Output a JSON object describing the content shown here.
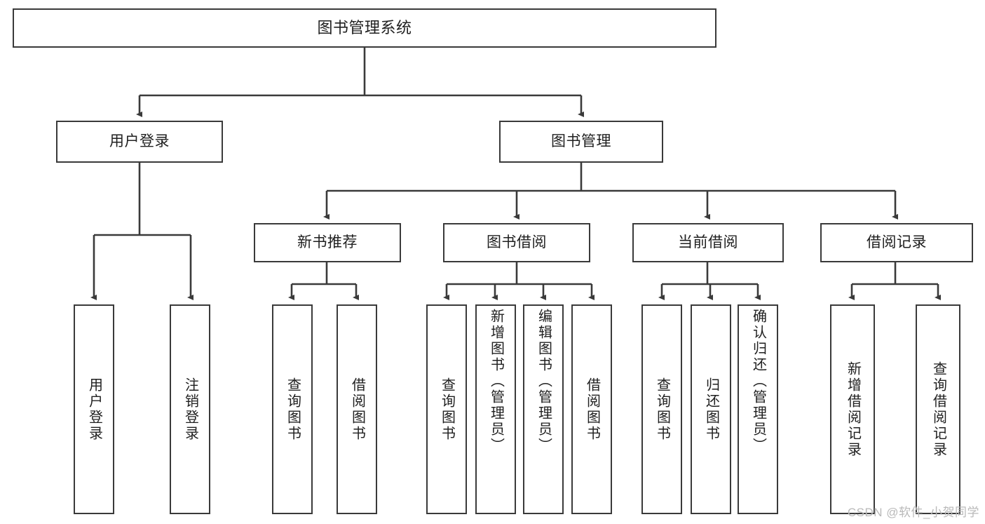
{
  "diagram": {
    "type": "tree-hierarchy-chart",
    "title": "图书管理系统",
    "colors": {
      "box_border": "#3a3a3a",
      "box_fill": "#ffffff",
      "connector": "#3a3a3a",
      "text": "#202020",
      "watermark": "#b9b9b9",
      "background": "#ffffff"
    },
    "root": {
      "label": "图书管理系统"
    },
    "level2": [
      {
        "id": "user-login",
        "label": "用户登录"
      },
      {
        "id": "book-management",
        "label": "图书管理"
      }
    ],
    "level3": [
      {
        "id": "new-book-recommend",
        "label": "新书推荐"
      },
      {
        "id": "book-borrow",
        "label": "图书借阅"
      },
      {
        "id": "current-borrow",
        "label": "当前借阅"
      },
      {
        "id": "borrow-record",
        "label": "借阅记录"
      }
    ],
    "leaves": {
      "user_login": [
        {
          "id": "leaf-user-login",
          "label": "用户登录"
        },
        {
          "id": "leaf-logout-login",
          "label": "注销登录"
        }
      ],
      "new_book_recommend": [
        {
          "id": "leaf-query-book-1",
          "label": "查询图书"
        },
        {
          "id": "leaf-borrow-book-1",
          "label": "借阅图书"
        }
      ],
      "book_borrow": [
        {
          "id": "leaf-query-book-2",
          "label": "查询图书"
        },
        {
          "id": "leaf-add-book",
          "label": "新增图书（管理员）"
        },
        {
          "id": "leaf-edit-book",
          "label": "编辑图书（管理员）"
        },
        {
          "id": "leaf-borrow-book-2",
          "label": "借阅图书"
        }
      ],
      "current_borrow": [
        {
          "id": "leaf-query-book-3",
          "label": "查询图书"
        },
        {
          "id": "leaf-return-book",
          "label": "归还图书"
        },
        {
          "id": "leaf-confirm-return",
          "label": "确认归还（管理员）"
        }
      ],
      "borrow_record": [
        {
          "id": "leaf-add-borrow-record",
          "label": "新增借阅记录"
        },
        {
          "id": "leaf-query-borrow-record",
          "label": "查询借阅记录"
        }
      ]
    }
  },
  "watermark": {
    "text": "CSDN @软件_小贺同学"
  }
}
